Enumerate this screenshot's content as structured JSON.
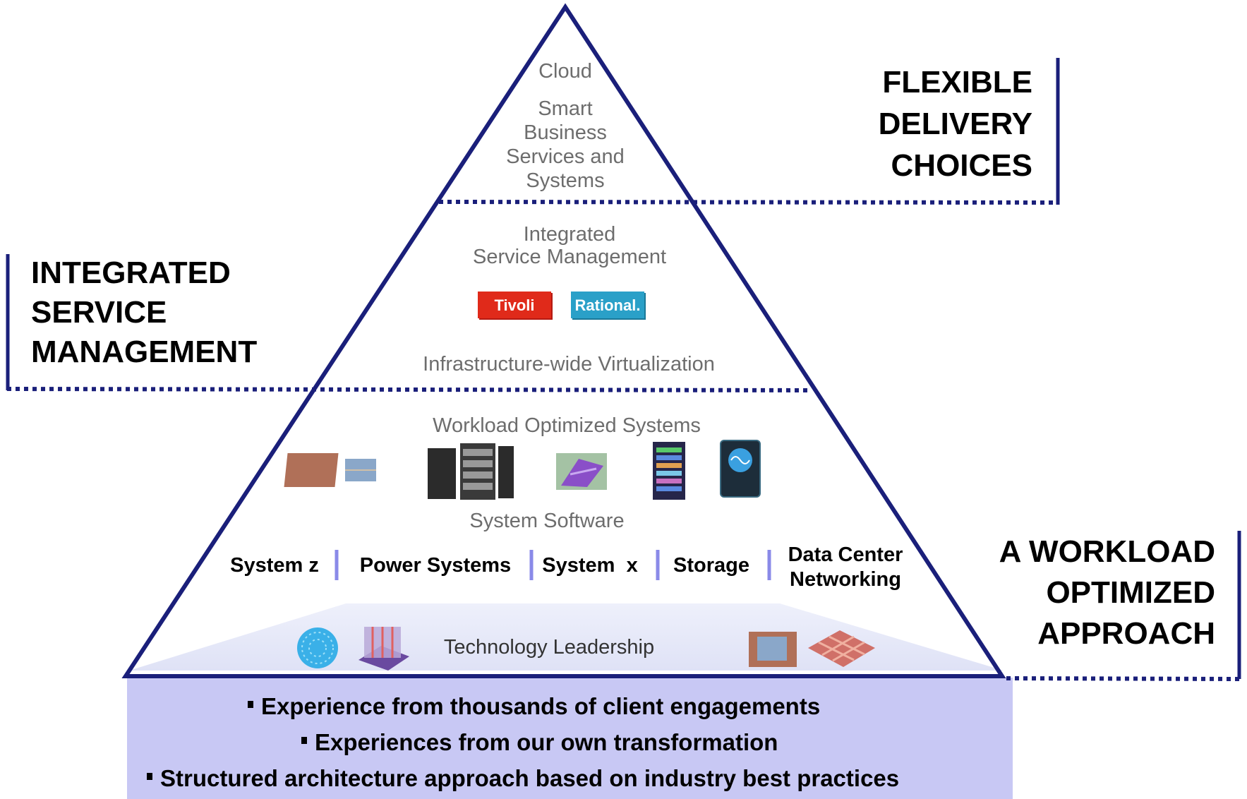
{
  "pyramid": {
    "tier_top": {
      "cloud": "Cloud",
      "smart_lines": [
        "Smart",
        "Business",
        "Services and",
        "Systems"
      ]
    },
    "tier_middle": {
      "ism_lines": [
        "Integrated",
        "Service Management"
      ],
      "logos": [
        "Tivoli",
        "Rational."
      ],
      "virtualization": "Infrastructure-wide Virtualization"
    },
    "tier_bottom": {
      "workload": "Workload Optimized Systems",
      "system_software": "System Software",
      "products": [
        "System z",
        "Power Systems",
        "System  x",
        "Storage"
      ],
      "dcn_lines": [
        "Data Center",
        "Networking"
      ]
    },
    "base": {
      "technology_leadership": "Technology Leadership"
    }
  },
  "side_labels": {
    "flexible": [
      "FLEXIBLE",
      "DELIVERY",
      "CHOICES"
    ],
    "integrated": [
      "INTEGRATED",
      "SERVICE",
      "MANAGEMENT"
    ],
    "workload": [
      "A WORKLOAD",
      "OPTIMIZED",
      "APPROACH"
    ]
  },
  "foundation": {
    "bullets": [
      "Experience from thousands of client engagements",
      "Experiences from our own transformation",
      "Structured architecture approach based on industry best practices"
    ]
  },
  "colors": {
    "pyramid_outline": "#1a1f7a",
    "dotted_divider": "#1a1f7a",
    "foundation_fill": "#c8c8f4",
    "tivoli": "#e02a1a",
    "rational": "#2aa0c8"
  }
}
